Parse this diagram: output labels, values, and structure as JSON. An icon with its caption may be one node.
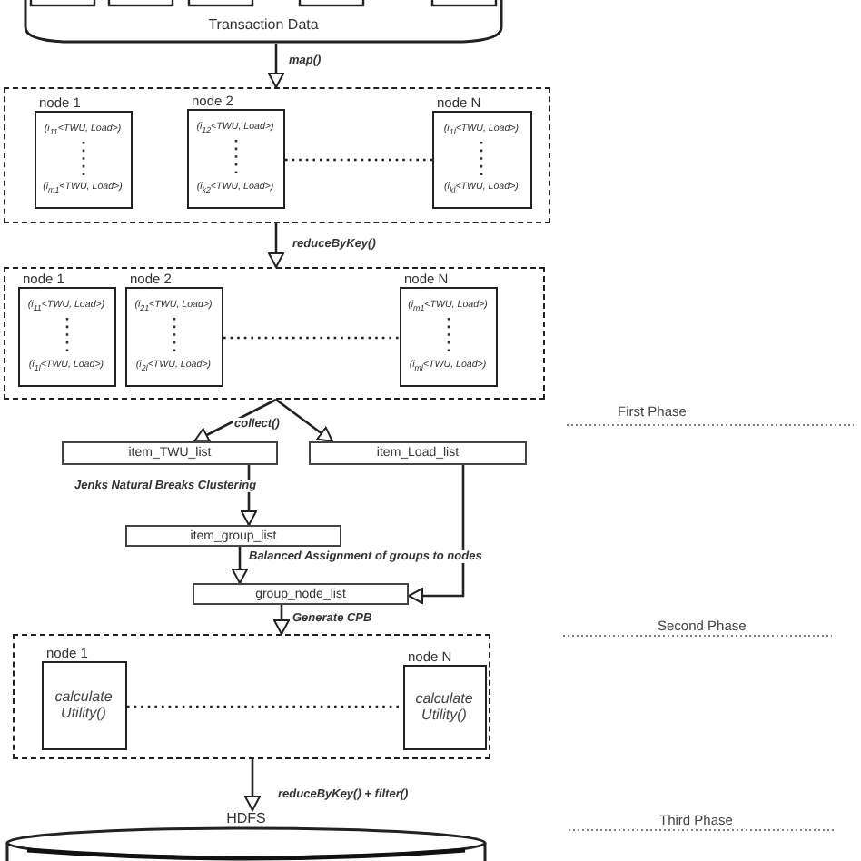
{
  "diagram": {
    "nodes": [
      {
        "text": [
          "Transaction Data"
        ]
      },
      {
        "text": [],
        "shape": "box"
      },
      {
        "text": [
          "node 1",
          "(i$_{11}$<TWU, Load>)",
          "(i$_{m1}$<TWU, Load>)"
        ],
        "in": 1
      },
      {
        "text": [
          "node 2",
          "(i$_{12}$<TWU, Load>)",
          "(i$_{k2}$<TWU, Load>)"
        ],
        "in": 1
      },
      {
        "text": [
          "node N",
          "(i$_{1l}$<TWU, Load>)",
          "(i$_{kl}$<TWU, Load>)"
        ],
        "in": 1
      },
      {
        "text": [],
        "shape": "box"
      },
      {
        "text": [
          "node 1",
          "(i$_{11}$<TWU, Load>)",
          "(i$_{1l}$<TWU, Load>)"
        ],
        "in": 5
      },
      {
        "text": [
          "node 2",
          "(i$_{21}$<TWU, Load>)",
          "(i$_{2l}$<TWU, Load>)"
        ],
        "in": 5
      },
      {
        "text": [
          "node N",
          "(i$_{m1}$<TWU, Load>)",
          "(i$_{ml}$<TWU, Load>)"
        ],
        "in": 5
      },
      {
        "text": [
          "item_TWU_list"
        ]
      },
      {
        "text": [
          "item_Load_list"
        ]
      },
      {
        "text": [
          "item_group_list"
        ]
      },
      {
        "text": [
          "group_node_list"
        ]
      },
      {
        "text": [],
        "shape": "box"
      },
      {
        "text": [
          "node 1",
          "calculate Utility()"
        ],
        "in": 13
      },
      {
        "text": [
          "node N",
          "calculate Utility()"
        ],
        "in": 13
      },
      {
        "text": [
          "HDFS"
        ]
      }
    ],
    "edges": [
      {
        "from": 0,
        "to": 1,
        "arrow": "to",
        "label": "map()"
      },
      {
        "from": 3,
        "to": 4,
        "arrow": "none",
        "style": "dashed"
      },
      {
        "from": 1,
        "to": 5,
        "arrow": "to",
        "label": "reduceByKey()"
      },
      {
        "from": 7,
        "to": 8,
        "arrow": "none",
        "style": "dashed"
      },
      {
        "from": 5,
        "to": 9,
        "arrow": "to",
        "label": "collect()"
      },
      {
        "from": 5,
        "to": 10,
        "arrow": "to"
      },
      {
        "from": 9,
        "to": 11,
        "arrow": "to",
        "label": "Jenks Natural Breaks Clustering"
      },
      {
        "from": 11,
        "to": 12,
        "arrow": "to",
        "label": "Balanced Assignment of groups to nodes"
      },
      {
        "from": 10,
        "to": 12,
        "arrow": "to"
      },
      {
        "from": 12,
        "to": 13,
        "arrow": "to",
        "label": "Generate CPB"
      },
      {
        "from": 14,
        "to": 15,
        "arrow": "none",
        "style": "dashed"
      },
      {
        "from": 13,
        "to": 16,
        "arrow": "to",
        "label": "reduceByKey() + filter()"
      }
    ],
    "labels": [
      "First Phase",
      "Second Phase",
      "Third Phase"
    ]
  }
}
